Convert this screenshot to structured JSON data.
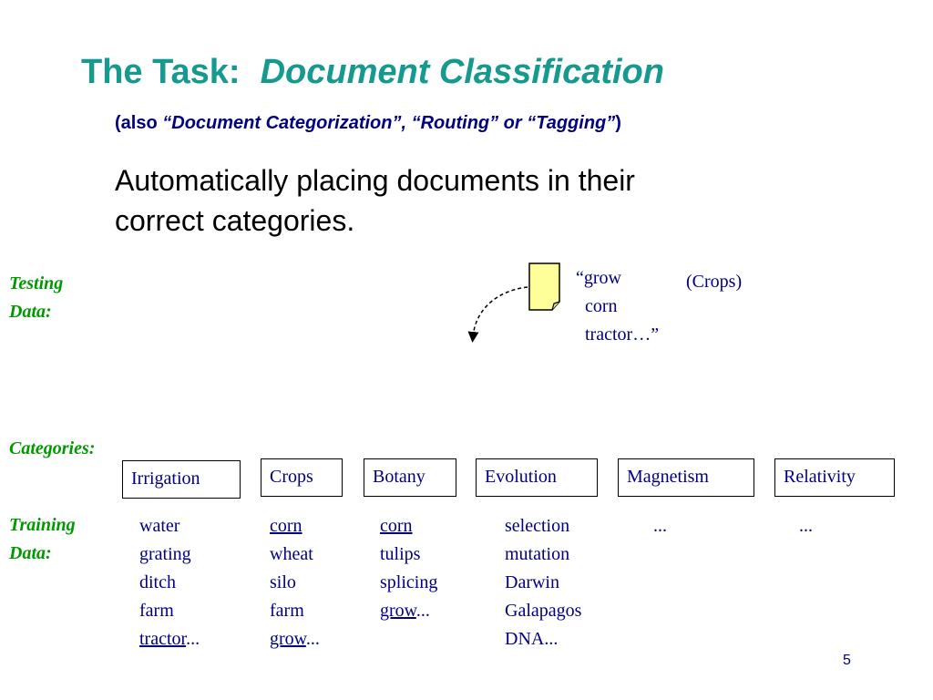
{
  "title": {
    "prefix": "The Task:",
    "emphasis": "Document Classification"
  },
  "subtitle": {
    "open": "(also ",
    "italic": "“Document Categorization”, “Routing” or “Tagging”",
    "close": ")"
  },
  "description": {
    "line1": "Automatically placing documents in their",
    "line2": "correct categories."
  },
  "testing": {
    "label_line1": "Testing",
    "label_line2": "Data:",
    "document_text": "“grow\n  corn\n  tractor…”",
    "predicted_category": "(Crops)"
  },
  "categories": {
    "label": "Categories:",
    "items": [
      "Irrigation",
      "Crops",
      "Botany",
      "Evolution",
      "Magnetism",
      "Relativity"
    ]
  },
  "training": {
    "label_line1": "Training",
    "label_line2": "Data:",
    "irrigation": [
      "water",
      "grating",
      "ditch",
      "farm"
    ],
    "irrigation_last": "tractor",
    "crops_first": "corn",
    "crops": [
      "wheat",
      "silo",
      "farm"
    ],
    "crops_last": "grow",
    "botany_first": "corn",
    "botany": [
      "tulips",
      "splicing"
    ],
    "botany_last": "grow",
    "evolution": [
      "selection",
      "mutation",
      "Darwin",
      "Galapagos",
      "DNA..."
    ],
    "magnetism": [
      "..."
    ],
    "relativity": [
      "..."
    ],
    "ellipsis": "..."
  },
  "page_number": "5",
  "colors": {
    "title": "#16998F",
    "navy": "#000080",
    "green_label": "#009900",
    "document_fill": "#FFFF99"
  },
  "icons": {
    "document": "document-icon",
    "arrow": "dashed-curved-arrow-icon"
  }
}
